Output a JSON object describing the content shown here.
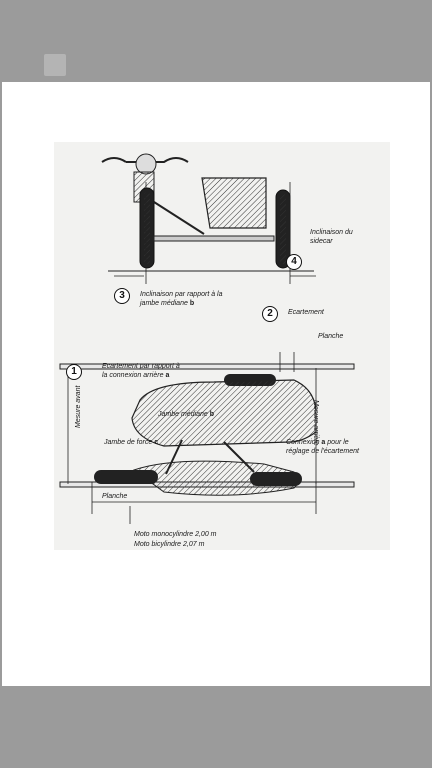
{
  "toolbar": {
    "menu_icon": "menu-icon"
  },
  "figure": {
    "labels": {
      "inclinaison_sidecar": "Inclinaison du\nsidecar",
      "inclinaison_jambe": "Inclinaison par rapport à la\njambe médiane",
      "inclinaison_jambe_bold": "b",
      "ecartement": "Ecartement",
      "planche_top": "Planche",
      "ecartement_connexion": "Ecartement par rapport à\nla connexion arrière",
      "ecartement_connexion_bold": "a",
      "mesure_avant": "Mesure avant",
      "mesure_arriere": "Mesure arrière",
      "jambe_mediane": "Jambe médiane",
      "jambe_mediane_bold": "b",
      "jambe_force": "Jambe de force",
      "jambe_force_bold": "c",
      "connexion": "Connexion",
      "connexion_bold": "a",
      "connexion_rest": "pour le\nréglage de l'écartement",
      "planche_bottom": "Planche",
      "moto_mono": "Moto monocylindre 2,00 m",
      "moto_bi": "Moto bicylindre 2,07 m"
    },
    "callouts": [
      "1",
      "2",
      "3",
      "4"
    ]
  }
}
